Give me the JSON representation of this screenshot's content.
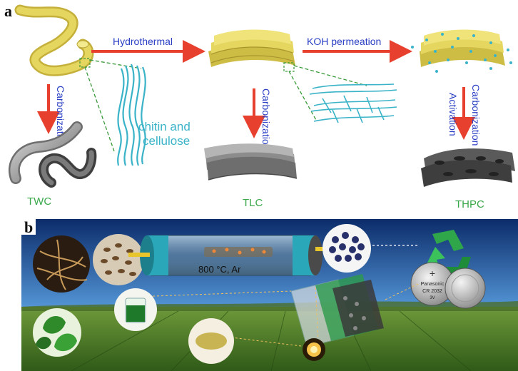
{
  "panel_a": {
    "label": "a",
    "steps": {
      "hydrothermal": "Hydrothermal",
      "koh_permeation": "KOH permeation",
      "carbonization_left": "Carbonization",
      "carbonization_mid": "Carbonization",
      "carbonization_right": "Carbonization",
      "activation": "Activation"
    },
    "fiber_label_line1": "chitin and",
    "fiber_label_line2": "cellulose",
    "products": {
      "twc": "TWC",
      "tlc": "TLC",
      "thpc": "THPC"
    }
  },
  "panel_b": {
    "label": "b",
    "furnace_condition": "800 °C, Ar",
    "battery_brand": "Panasonic",
    "battery_model": "CR 2032",
    "battery_voltage": "3V"
  },
  "colors": {
    "wood_yellow": "#e5d660",
    "arrow_red": "#e8402f",
    "label_blue": "#2a3fc4",
    "label_green": "#3aa84a",
    "fiber_cyan": "#3ab3c8",
    "dashed_green": "#3a9a3a"
  }
}
